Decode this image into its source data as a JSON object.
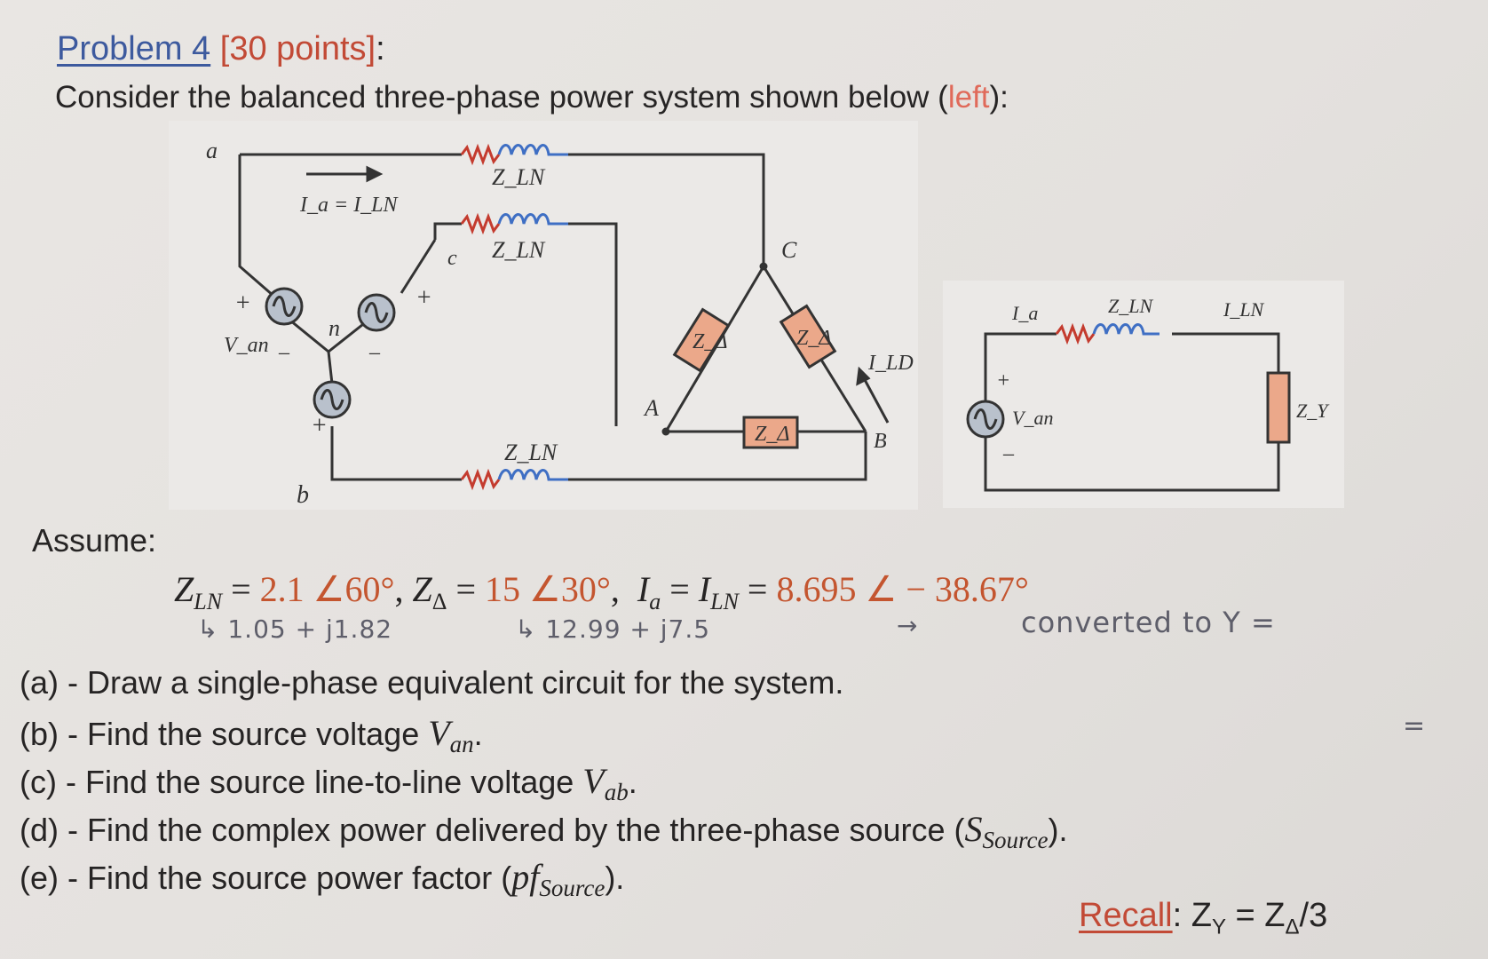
{
  "header": {
    "problem": "Problem 4",
    "points": "[30 points]",
    "colon": ":",
    "intro_pre": "Consider the balanced three-phase power system shown below (",
    "intro_left": "left",
    "intro_post": "):"
  },
  "left_circuit": {
    "node_a": "a",
    "node_b": "b",
    "node_c": "c",
    "node_n": "n",
    "current_label": "I_a = I_LN",
    "zln": "Z_LN",
    "zdelta": "Z_Δ",
    "node_A": "A",
    "node_B": "B",
    "node_C": "C",
    "ild": "I_LD",
    "van": "V_an",
    "plus": "+",
    "minus": "–"
  },
  "right_circuit": {
    "ia": "I_a",
    "zln": "Z_LN",
    "iln": "I_LN",
    "van": "V_an",
    "zy": "Z_Y",
    "plus": "+",
    "minus": "–"
  },
  "assume": "Assume:",
  "given": {
    "zln_sym": "Z",
    "zln_sub": "LN",
    "zln_val": "2.1 ∠60°",
    "zd_sym": "Z",
    "zd_sub": "Δ",
    "zd_val": "15 ∠30°",
    "ia_sym": "I",
    "ia_sub": "a",
    "iln_sym": "I",
    "iln_sub": "LN",
    "ia_val": "8.695 ∠ − 38.67°"
  },
  "handwriting": {
    "line1_a": "↳ 1.05 + j1.82",
    "line1_b": "↳ 12.99 + j7.5",
    "line1_c": "→",
    "line1_d": "converted to Y =",
    "margin_eq": "="
  },
  "questions": [
    {
      "prefix": "(a) - Draw a single-phase equivalent circuit for the system.",
      "sym": "",
      "sub": "",
      "suffix": ""
    },
    {
      "prefix": "(b) - Find the source voltage ",
      "sym": "V",
      "sub": "an",
      "suffix": "."
    },
    {
      "prefix": "(c) - Find the source line-to-line voltage ",
      "sym": "V",
      "sub": "ab",
      "suffix": "."
    },
    {
      "prefix": "(d) - Find the complex power delivered by the three-phase source (",
      "sym": "S",
      "sub": "Source",
      "suffix": ")."
    },
    {
      "prefix": "(e) - Find the source power factor (",
      "sym": "pf",
      "sub": "Source",
      "suffix": ")."
    }
  ],
  "recall": {
    "label": "Recall",
    "rest": ": Z",
    "sub1": "Y",
    "mid": " = Z",
    "sub2": "Δ",
    "end": "/3"
  }
}
